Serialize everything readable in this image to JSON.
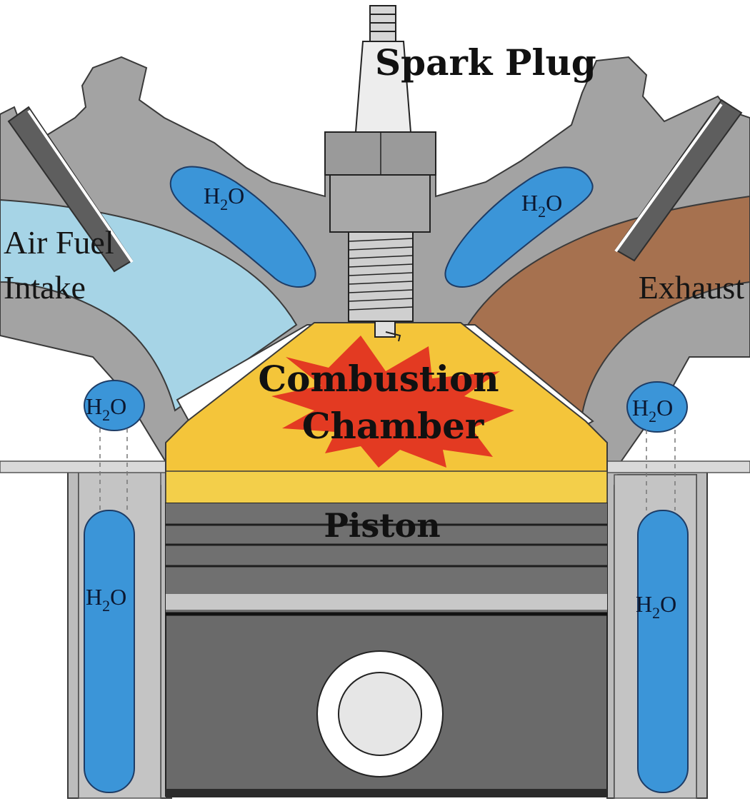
{
  "labels": {
    "spark_plug": "Spark Plug",
    "intake_line1": "Air Fuel",
    "intake_line2": "Intake",
    "exhaust": "Exhaust",
    "combustion_line1": "Combustion",
    "combustion_line2": "Chamber",
    "piston": "Piston"
  },
  "water": {
    "base": "H",
    "sub": "2",
    "tail": "O"
  },
  "colors": {
    "head_metal": "#a3a3a3",
    "block_metal": "#bcbcbc",
    "dark_metal": "#676767",
    "coolant": "#3b95d8",
    "intake_charge": "#a6d4e6",
    "exhaust_gas": "#a6714f",
    "combustion_gas": "#f4c53a",
    "spark_burst": "#e33a22",
    "piston": "#6a6a6a"
  }
}
